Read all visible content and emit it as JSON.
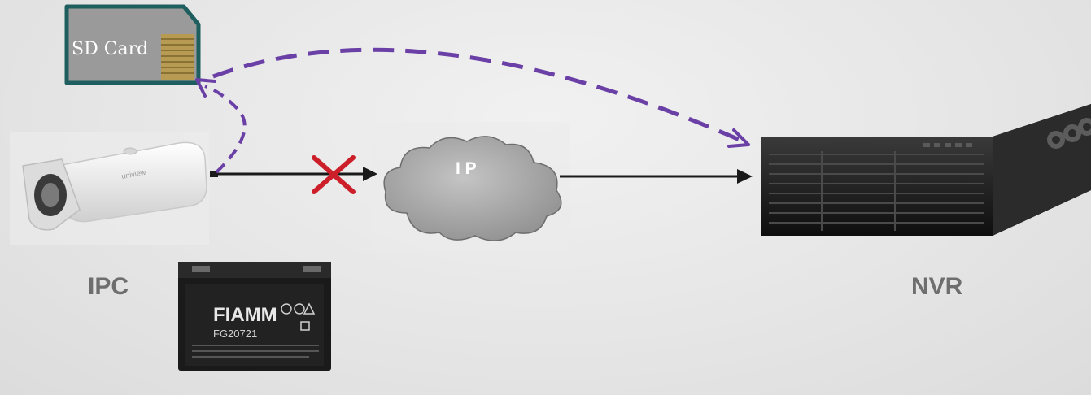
{
  "sd_card": {
    "label": "SD Card"
  },
  "cloud": {
    "label": "I P"
  },
  "ipc": {
    "label": "IPC"
  },
  "nvr": {
    "label": "NVR"
  },
  "battery": {
    "brand": "FIAMM",
    "model": "FG20721"
  },
  "colors": {
    "dashed_arrow": "#6a3fa6",
    "blocked_mark": "#cc1f2a",
    "solid_arrow": "#1a1a1a",
    "sd_card_body": "#9a9a9a",
    "sd_card_border": "#1f5e5e",
    "cloud_fill": "#a8a8a8"
  }
}
